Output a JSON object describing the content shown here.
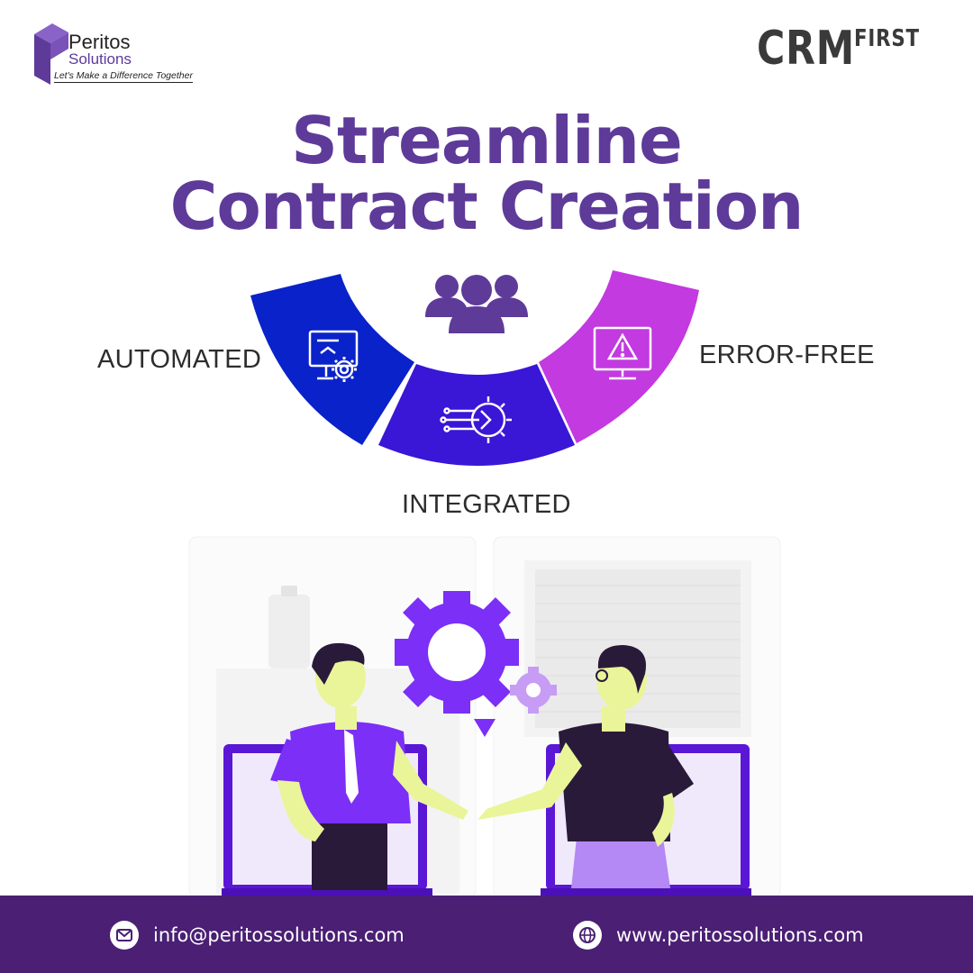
{
  "brand": {
    "name": "Peritos",
    "sub": "Solutions",
    "tagline": "Let's Make a Difference Together"
  },
  "partner": {
    "crm": "CRM",
    "first": "FIRST"
  },
  "headline": {
    "line1": "Streamline",
    "line2": "Contract Creation"
  },
  "features": [
    {
      "label": "AUTOMATED",
      "icon": "monitor-gear-icon",
      "color": "#0a22c9"
    },
    {
      "label": "INTEGRATED",
      "icon": "gear-circuit-icon",
      "color": "#3a16d6"
    },
    {
      "label": "ERROR-FREE",
      "icon": "monitor-warning-icon",
      "color": "#c23ae0"
    }
  ],
  "center_icon": "team-icon",
  "illustration": {
    "description_icons": [
      "gear-icon",
      "handshake-icon",
      "laptop-icon"
    ]
  },
  "colors": {
    "brand_purple": "#5e3a99",
    "footer": "#4a1f74",
    "accent_violet": "#7b2ff7"
  },
  "footer": {
    "email": "info@peritossolutions.com",
    "website": "www.peritossolutions.com"
  }
}
